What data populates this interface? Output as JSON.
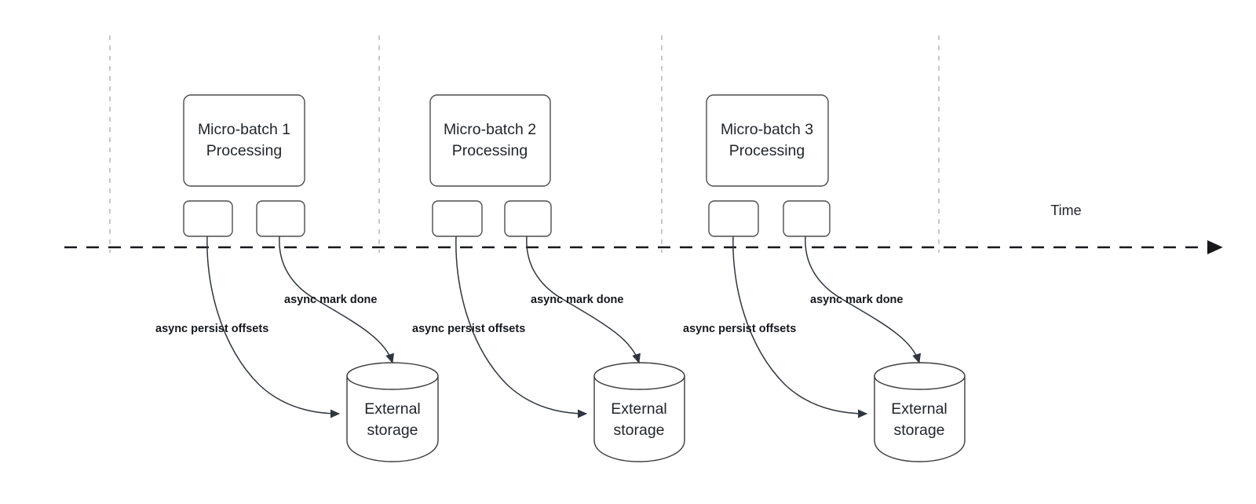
{
  "diagram": {
    "title_text": "",
    "colors": {
      "shape_stroke": "#4d4d4d",
      "cylinder_stroke": "#3b3b3b",
      "connector": "#2f3640",
      "timeline": "#17181c",
      "vertical_guide": "#c2c2c6",
      "text": "#22262b",
      "background": "#ffffff"
    },
    "timeline": {
      "axis_label": "Time",
      "style": "dashed-with-arrowhead"
    },
    "groups": [
      {
        "id": "group-1",
        "process_box": {
          "line1": "Micro-batch 1",
          "line2": "Processing"
        },
        "task_boxes": [
          {
            "id": "task-1a",
            "label": ""
          },
          {
            "id": "task-1b",
            "label": ""
          }
        ],
        "storage": {
          "line1": "External",
          "line2": "storage"
        },
        "edges": [
          {
            "id": "persist-1",
            "label": "async persist offsets"
          },
          {
            "id": "markdone-1",
            "label": "async mark done"
          }
        ]
      },
      {
        "id": "group-2",
        "process_box": {
          "line1": "Micro-batch 2",
          "line2": "Processing"
        },
        "task_boxes": [
          {
            "id": "task-2a",
            "label": ""
          },
          {
            "id": "task-2b",
            "label": ""
          }
        ],
        "storage": {
          "line1": "External",
          "line2": "storage"
        },
        "edges": [
          {
            "id": "persist-2",
            "label": "async persist offsets"
          },
          {
            "id": "markdone-2",
            "label": "async mark done"
          }
        ]
      },
      {
        "id": "group-3",
        "process_box": {
          "line1": "Micro-batch 3",
          "line2": "Processing"
        },
        "task_boxes": [
          {
            "id": "task-3a",
            "label": ""
          },
          {
            "id": "task-3b",
            "label": ""
          }
        ],
        "storage": {
          "line1": "External",
          "line2": "storage"
        },
        "edges": [
          {
            "id": "persist-3",
            "label": "async persist offsets"
          },
          {
            "id": "markdone-3",
            "label": "async mark done"
          }
        ]
      }
    ]
  }
}
